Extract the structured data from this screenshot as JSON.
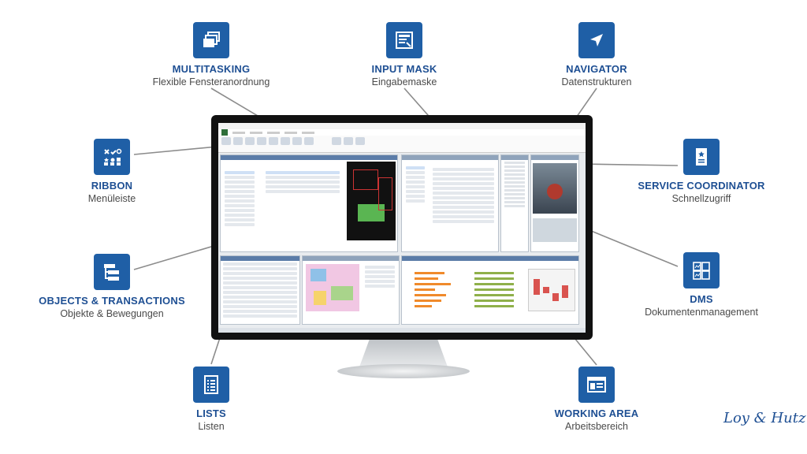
{
  "callouts": {
    "multitasking": {
      "title": "MULTITASKING",
      "subtitle": "Flexible Fensteranordnung",
      "icon": "windows-icon"
    },
    "input_mask": {
      "title": "INPUT MASK",
      "subtitle": "Eingabemaske",
      "icon": "form-icon"
    },
    "navigator": {
      "title": "NAVIGATOR",
      "subtitle": "Datenstrukturen",
      "icon": "navigation-arrow-icon"
    },
    "ribbon": {
      "title": "RIBBON",
      "subtitle": "Menüleiste",
      "icon": "toolbar-icon"
    },
    "service_coordinator": {
      "title": "SERVICE COORDINATOR",
      "subtitle": "Schnellzugriff",
      "icon": "bookmark-icon"
    },
    "objects_transactions": {
      "title": "OBJECTS & TRANSACTIONS",
      "subtitle": "Objekte & Bewegungen",
      "icon": "hierarchy-icon"
    },
    "dms": {
      "title": "DMS",
      "subtitle": "Dokumentenmanagement",
      "icon": "documents-icon"
    },
    "lists": {
      "title": "LISTS",
      "subtitle": "Listen",
      "icon": "list-icon"
    },
    "working_area": {
      "title": "WORKING AREA",
      "subtitle": "Arbeitsbereich",
      "icon": "window-icon"
    }
  },
  "brand": {
    "logo_text": "Loy & Hutz",
    "color": "#1e4f93"
  },
  "colors": {
    "accent": "#1f5fa6",
    "title": "#1e4f93"
  }
}
